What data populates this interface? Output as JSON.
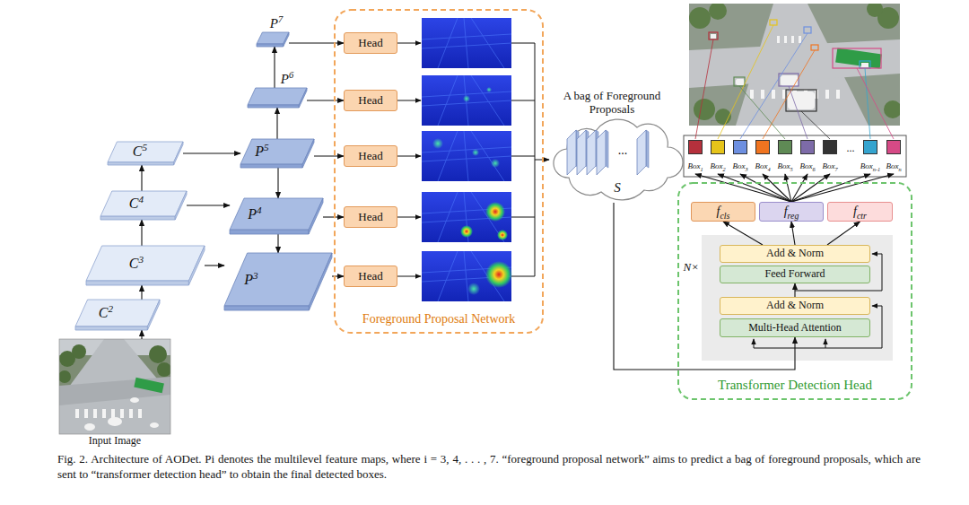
{
  "diagram": {
    "caption": "Fig. 2. Architecture of AODet. Pi denotes the multilevel feature maps, where i = 3, 4, . . . , 7. “foreground proposal network” aims to predict a bag of foreground proposals, which are sent to “transformer detection head” to obtain the final detected boxes.",
    "nodes": [
      {
        "text": [
          "Input Image"
        ]
      },
      {
        "text": [
          "C2"
        ]
      },
      {
        "text": [
          "C3"
        ]
      },
      {
        "text": [
          "C4"
        ]
      },
      {
        "text": [
          "C5"
        ]
      },
      {
        "text": [
          "P7"
        ]
      },
      {
        "text": [
          "P6"
        ]
      },
      {
        "text": [
          "P5"
        ]
      },
      {
        "text": [
          "P4"
        ]
      },
      {
        "text": [
          "P3"
        ]
      },
      {
        "text": [
          "Foreground Proposal Network"
        ]
      },
      {
        "text": [
          "Head"
        ],
        "in": 10
      },
      {
        "text": [
          "Head"
        ],
        "in": 10
      },
      {
        "text": [
          "Head"
        ],
        "in": 10
      },
      {
        "text": [
          "Head"
        ],
        "in": 10
      },
      {
        "text": [
          "Head"
        ],
        "in": 10
      },
      {
        "text": [
          "A bag of Foreground Proposals",
          "S"
        ]
      },
      {
        "text": [
          "Box1"
        ]
      },
      {
        "text": [
          "Box2"
        ]
      },
      {
        "text": [
          "Box3"
        ]
      },
      {
        "text": [
          "Box4"
        ]
      },
      {
        "text": [
          "Box5"
        ]
      },
      {
        "text": [
          "Box6"
        ]
      },
      {
        "text": [
          "Box7"
        ]
      },
      {
        "text": [
          "Boxn-1"
        ]
      },
      {
        "text": [
          "Boxn"
        ]
      },
      {
        "text": [
          "Transformer Detection Head"
        ]
      },
      {
        "text": [
          "fcls"
        ],
        "in": 26
      },
      {
        "text": [
          "freg"
        ],
        "in": 26
      },
      {
        "text": [
          "fctr"
        ],
        "in": 26
      },
      {
        "text": [
          "N×"
        ],
        "in": 26
      },
      {
        "text": [
          "Add & Norm"
        ],
        "in": 30
      },
      {
        "text": [
          "Feed Forward"
        ],
        "in": 30
      },
      {
        "text": [
          "Add & Norm"
        ],
        "in": 30
      },
      {
        "text": [
          "Multi-Head Attention"
        ],
        "in": 30
      }
    ],
    "edges": [
      {
        "from": 0,
        "to": 1,
        "arrow": "to"
      },
      {
        "from": 1,
        "to": 2,
        "arrow": "to"
      },
      {
        "from": 2,
        "to": 3,
        "arrow": "to"
      },
      {
        "from": 3,
        "to": 4,
        "arrow": "to"
      },
      {
        "from": 4,
        "to": 7,
        "arrow": "to"
      },
      {
        "from": 3,
        "to": 8,
        "arrow": "to"
      },
      {
        "from": 2,
        "to": 9,
        "arrow": "to"
      },
      {
        "from": 7,
        "to": 6,
        "arrow": "to"
      },
      {
        "from": 6,
        "to": 5,
        "arrow": "to"
      },
      {
        "from": 7,
        "to": 8,
        "arrow": "to"
      },
      {
        "from": 8,
        "to": 9,
        "arrow": "to"
      },
      {
        "from": 5,
        "to": 11,
        "arrow": "to"
      },
      {
        "from": 6,
        "to": 12,
        "arrow": "to"
      },
      {
        "from": 7,
        "to": 13,
        "arrow": "to"
      },
      {
        "from": 8,
        "to": 14,
        "arrow": "to"
      },
      {
        "from": 9,
        "to": 15,
        "arrow": "to"
      },
      {
        "from": 10,
        "to": 16,
        "arrow": "to"
      },
      {
        "from": 16,
        "to": 34,
        "arrow": "to"
      },
      {
        "from": 33,
        "to": 32,
        "arrow": "to"
      },
      {
        "from": 31,
        "to": 27,
        "arrow": "to"
      },
      {
        "from": 31,
        "to": 28,
        "arrow": "to"
      },
      {
        "from": 31,
        "to": 29,
        "arrow": "to"
      },
      {
        "from": 28,
        "to": 17,
        "arrow": "to"
      },
      {
        "from": 28,
        "to": 18,
        "arrow": "to"
      },
      {
        "from": 28,
        "to": 19,
        "arrow": "to"
      },
      {
        "from": 28,
        "to": 20,
        "arrow": "to"
      },
      {
        "from": 28,
        "to": 21,
        "arrow": "to"
      },
      {
        "from": 28,
        "to": 22,
        "arrow": "to"
      },
      {
        "from": 28,
        "to": 23,
        "arrow": "to"
      },
      {
        "from": 28,
        "to": 24,
        "arrow": "to"
      },
      {
        "from": 28,
        "to": 25,
        "arrow": "to"
      }
    ],
    "labels": [
      "...",
      "..."
    ]
  }
}
